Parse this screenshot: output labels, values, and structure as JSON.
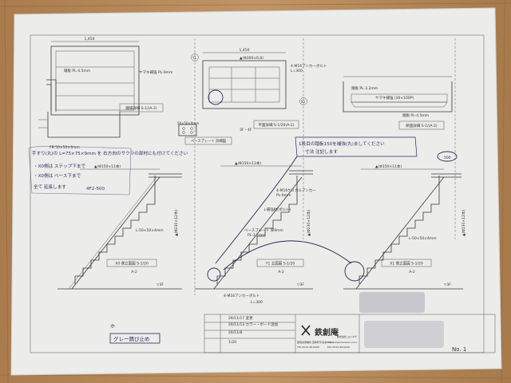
{
  "plan_views": {
    "left": {
      "caption": "踊場詳細 S-1/(A-2)",
      "dim_top": "1,450",
      "plate": "踏板 PL-4.5mm",
      "note": "ヤマキ補強 PL-9mm",
      "hatch_note": "FB 50×50×4mm"
    },
    "center": {
      "caption": "平面詳細 S-1/20(A-2)",
      "handrail": "▲(Φ300×6.8)",
      "bolt": "4-M16アンカーボルト",
      "bolt_len": "L=300",
      "plate": "3F・4F",
      "dim_top": "1,450",
      "grid": "Y1",
      "grid2": "X1"
    },
    "right": {
      "caption": "断面詳細 S-1/(A-2)",
      "plate1": "踏板 PL-3.2mm",
      "plate2": "踏板 PL-4.5mm",
      "note": "ヤマキ補強 (30×100P)"
    }
  },
  "base_plate": {
    "label": "ベースプレート 詳細図",
    "size": "50×50×9mm"
  },
  "elevations": [
    {
      "caption": "X0 側立面図 S-1/20",
      "sub": "A-2",
      "beam": "▲(Φ150×11本)",
      "stringer": "L-50×50×4mm",
      "height": "▲(Φ230×12本)",
      "floor": "▽3F"
    },
    {
      "caption": "Y1 立面図 S-1/20",
      "sub": "A-2",
      "beam": "▲(Φ150×11本)",
      "bolt1": "4-M16ケミカルアンカー",
      "bolt2": "PL-9mm",
      "cut": "↓補強材(ボルト)",
      "base": "ベースプレート 厚9mm",
      "base2": "PL-3.2mm",
      "anchor": "4-M16アンカーボルト",
      "anchor_len": "L=300",
      "height": "▲(Φ230×12本)",
      "floor": "▽3F"
    },
    {
      "caption": "X1 側立面図 S-1/20",
      "sub": "A-2",
      "beam": "▲(Φ150×11本)",
      "stringer": "L-50×50×4mm",
      "height": "▲(Φ230×12本)",
      "floor": "▽3F",
      "mark": "500"
    }
  ],
  "handwritten": {
    "left_note_lines": [
      "手すり(丸)の L=75×75×9mm を 右方向のサクラの部材にも付けてください",
      "・X0側は ステップ下まで",
      "・X0側は ベース下まで",
      "全て 延長します"
    ],
    "left_note_extra": "4F2-500",
    "right_note_lines": [
      "1段目の踏板150を補強(丸)ましてください",
      "寸法 注記します"
    ],
    "stamp_text": "グレー錆び止め",
    "mark": "ホ"
  },
  "title_block": {
    "dates": [
      "26/11/17 変更",
      "26/11/13 カラー・ボード追加",
      "26/11/8"
    ],
    "scale": "1/20",
    "company": "鉄創庵",
    "company_sub": "株式会社 ヨシマサ",
    "address": "愛知県豊橋市 西幸町字浜池333-9",
    "web": "http://www.tessoan.com/",
    "tel": "TEL 0532-48-0008",
    "fax": "FAX 0532-48-0009",
    "page": "No. 1"
  },
  "colors": {
    "wood": "#b98c5c",
    "paper": "#eeeeea",
    "ink": "#333333",
    "pen": "#2a2a5a"
  }
}
